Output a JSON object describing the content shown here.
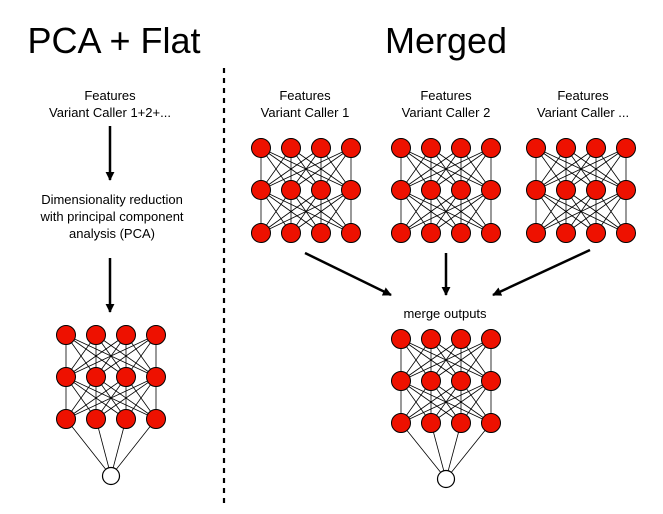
{
  "titles": {
    "left": "PCA + Flat",
    "right": "Merged"
  },
  "left_panel": {
    "features_line1": "Features",
    "features_line2": "Variant Caller 1+2+...",
    "pca_line1": "Dimensionality reduction",
    "pca_line2": "with principal component",
    "pca_line3": "analysis (PCA)"
  },
  "right_panel": {
    "callers": [
      {
        "line1": "Features",
        "line2": "Variant Caller 1"
      },
      {
        "line1": "Features",
        "line2": "Variant Caller 2"
      },
      {
        "line1": "Features",
        "line2": "Variant Caller ..."
      }
    ],
    "merge_label": "merge outputs"
  },
  "colors": {
    "node_fill": "#ee1100",
    "node_stroke": "#000000",
    "output_fill": "#ffffff",
    "edge": "#000000"
  },
  "icons": {
    "divider": "dotted-vertical-line",
    "arrow": "arrow-down"
  }
}
